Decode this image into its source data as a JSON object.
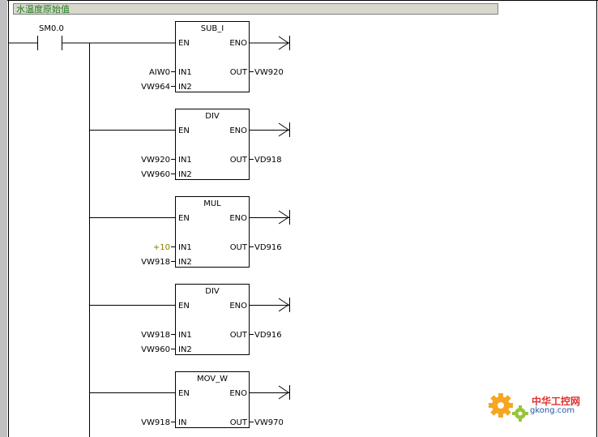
{
  "network": {
    "comment": "水温度原始值",
    "contact": "SM0.0"
  },
  "common": {
    "en": "EN",
    "eno": "ENO",
    "out": "OUT"
  },
  "blocks": [
    {
      "title": "SUB_I",
      "in1_label": "IN1",
      "in2_label": "IN2",
      "in1": "AIW0",
      "in2": "VW964",
      "out": "VW920"
    },
    {
      "title": "DIV",
      "in1_label": "IN1",
      "in2_label": "IN2",
      "in1": "VW920",
      "in2": "VW960",
      "out": "VD918"
    },
    {
      "title": "MUL",
      "in1_label": "IN1",
      "in2_label": "IN2",
      "in1": "+10",
      "in2": "VW918",
      "out": "VD916"
    },
    {
      "title": "DIV",
      "in1_label": "IN1",
      "in2_label": "IN2",
      "in1": "VW918",
      "in2": "VW960",
      "out": "VD916"
    },
    {
      "title": "MOV_W",
      "in1_label": "IN",
      "in1": "VW918",
      "out": "VW970"
    }
  ],
  "colors": {
    "comment_text": "#1e7a1e",
    "constant": "#8a7a00",
    "background": "#ffffff",
    "rail": "#000000"
  },
  "watermark": {
    "line1": "中华工控网",
    "line2": "gkong.com"
  }
}
